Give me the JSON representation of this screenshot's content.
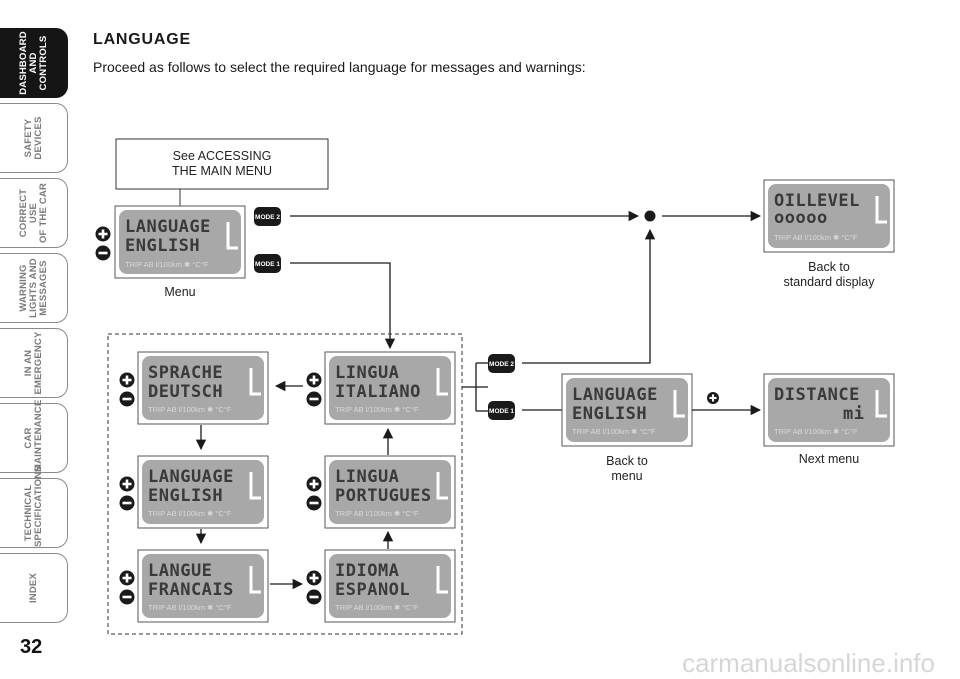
{
  "sidebar": {
    "tabs": [
      {
        "label": "DASHBOARD\nAND CONTROLS",
        "active": true
      },
      {
        "label": "SAFETY\nDEVICES",
        "active": false
      },
      {
        "label": "CORRECT USE\nOF THE CAR",
        "active": false
      },
      {
        "label": "WARNING\nLIGHTS AND\nMESSAGES",
        "active": false
      },
      {
        "label": "IN AN\nEMERGENCY",
        "active": false
      },
      {
        "label": "CAR\nMAINTENANCE",
        "active": false
      },
      {
        "label": "TECHNICAL\nSPECIFICATIONS",
        "active": false
      },
      {
        "label": "INDEX",
        "active": false
      }
    ],
    "page_number": "32"
  },
  "content": {
    "heading": "LANGUAGE",
    "intro": "Proceed as follows to select the required language for messages and warnings:"
  },
  "diagram": {
    "ref_box": {
      "line1": "See ACCESSING",
      "line2": "THE MAIN MENU"
    },
    "mode2_label": "MODE 2",
    "mode1_label": "MODE 1",
    "status_strip": "TRIP AB l/100km  ✱ °C°F",
    "menu_display": {
      "line1": "LANGUAGE",
      "line2": "ENGLISH"
    },
    "menu_caption": "Menu",
    "oil_display": {
      "line1": "OILLEVEL",
      "line2": "ooooo"
    },
    "standard_caption": {
      "line1": "Back to",
      "line2": "standard display"
    },
    "language_options": [
      {
        "line1": "SPRACHE",
        "line2": "DEUTSCH"
      },
      {
        "line1": "LINGUA",
        "line2": "ITALIANO"
      },
      {
        "line1": "LANGUAGE",
        "line2": "ENGLISH"
      },
      {
        "line1": "LINGUA",
        "line2": "PORTUGUES"
      },
      {
        "line1": "LANGUE",
        "line2": "FRANCAIS"
      },
      {
        "line1": "IDIOMA",
        "line2": "ESPANOL"
      }
    ],
    "result_display": {
      "line1": "LANGUAGE",
      "line2": "ENGLISH"
    },
    "back_caption": {
      "line1": "Back to",
      "line2": "menu"
    },
    "next_display": {
      "line1": "DISTANCE",
      "line2": "mi"
    },
    "next_caption": "Next menu"
  },
  "watermark": "carmanualsonline.info",
  "colors": {
    "lcd": "#a8a8a8",
    "tab_active": "#151515",
    "tab_border": "#8a8a8a"
  }
}
